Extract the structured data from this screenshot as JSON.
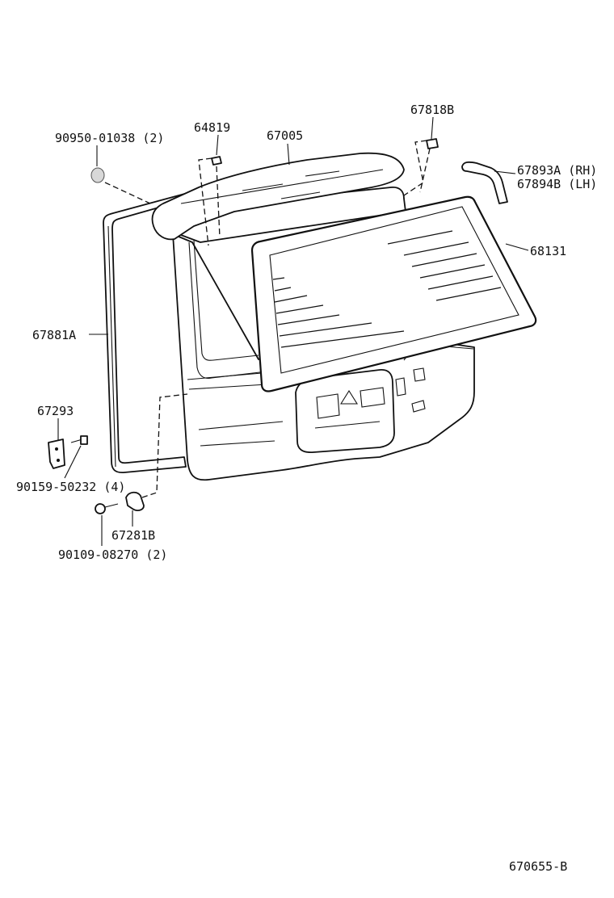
{
  "diagram_id": "670655-B",
  "parts": [
    {
      "id": "clip",
      "label": "90950-01038 (2)"
    },
    {
      "id": "bracket-left",
      "label": "64819"
    },
    {
      "id": "spoiler",
      "label": "67005"
    },
    {
      "id": "bracket-right",
      "label": "67818B"
    },
    {
      "id": "moulding-rh",
      "label": "67893A (RH)"
    },
    {
      "id": "moulding-lh",
      "label": "67894B (LH)"
    },
    {
      "id": "glass",
      "label": "68131"
    },
    {
      "id": "weatherstrip",
      "label": "67881A"
    },
    {
      "id": "hinge",
      "label": "67293"
    },
    {
      "id": "hinge-bolt",
      "label": "90159-50232 (4)"
    },
    {
      "id": "stopper",
      "label": "67281B"
    },
    {
      "id": "stopper-bolt",
      "label": "90109-08270 (2)"
    }
  ]
}
